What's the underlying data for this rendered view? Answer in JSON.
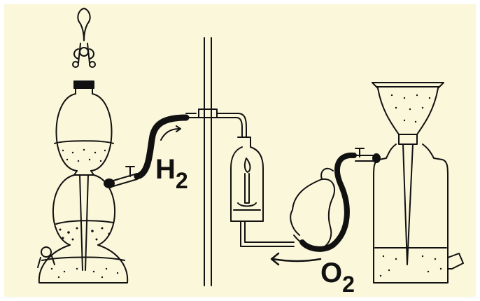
{
  "labels": {
    "hydrogen": {
      "symbol": "H",
      "subscript": "2"
    },
    "oxygen": {
      "symbol": "O",
      "subscript": "2"
    }
  },
  "colors": {
    "paper": "#fbf7da",
    "ink": "#111111",
    "frame": "#ffffff"
  }
}
